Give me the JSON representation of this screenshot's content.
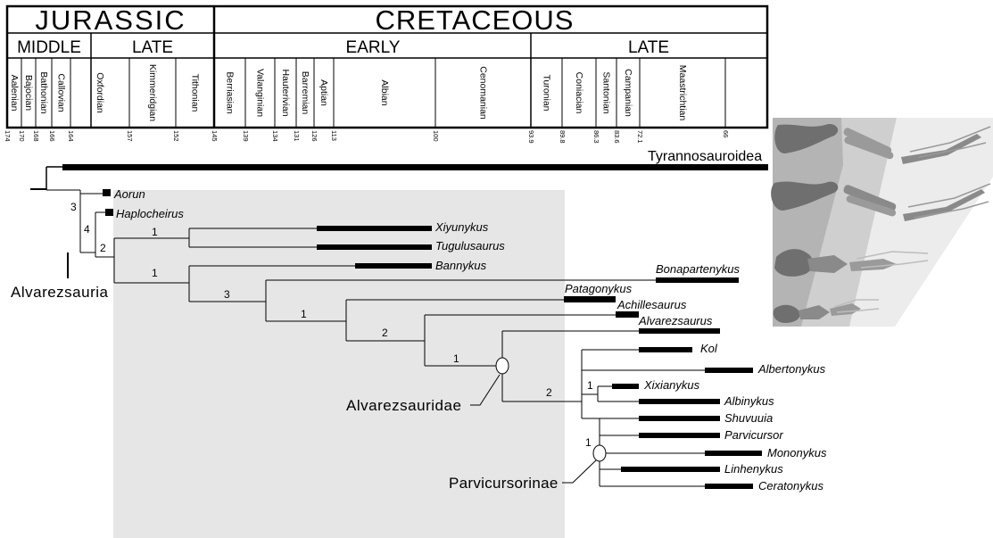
{
  "timescale": {
    "periods": [
      "JURASSIC",
      "CRETACEOUS"
    ],
    "epochs": [
      "MIDDLE",
      "LATE",
      "EARLY",
      "LATE"
    ],
    "stages": [
      "Aalenian",
      "Bajocian",
      "Bathonian",
      "Callovian",
      "Oxfordian",
      "Kimmeridgian",
      "Tithonian",
      "Berriasian",
      "Valanginian",
      "Hauterivian",
      "Barremian",
      "Aptian",
      "Albian",
      "Cenomanian",
      "Turonian",
      "Coniacian",
      "Santonian",
      "Campanian",
      "Maastrichtian"
    ],
    "ages": [
      "174",
      "170",
      "168",
      "166",
      "164",
      "157",
      "152",
      "145",
      "139",
      "134",
      "131",
      "126",
      "113",
      "100",
      "93.9",
      "89.8",
      "86.3",
      "83.6",
      "72.1",
      "66"
    ]
  },
  "taxa": {
    "tyrannosauroidea": "Tyrannosauroidea",
    "aorun": "Aorun",
    "haplocheirus": "Haplocheirus",
    "xiyunykus": "Xiyunykus",
    "tugulusaurus": "Tugulusaurus",
    "bannykus": "Bannykus",
    "bonapartenykus": "Bonapartenykus",
    "patagonykus": "Patagonykus",
    "achillesaurus": "Achillesaurus",
    "alvarezsaurus": "Alvarezsaurus",
    "kol": "Kol",
    "albertonykus": "Albertonykus",
    "xixianykus": "Xixianykus",
    "albinykus": "Albinykus",
    "shuvuuia": "Shuvuuia",
    "parvicursor": "Parvicursor",
    "mononykus": "Mononykus",
    "linhenykus": "Linhenykus",
    "ceratonykus": "Ceratonykus"
  },
  "clades": {
    "alvarezsauria": "Alvarezsauria",
    "alvarezsauridae": "Alvarezsauridae",
    "parvicursorinae": "Parvicursorinae"
  },
  "support": [
    "3",
    "4",
    "2",
    "1",
    "1",
    "3",
    "1",
    "2",
    "1",
    "2",
    "1",
    "1"
  ],
  "colors": {
    "line": "#000000",
    "shade": "#e6e6e6",
    "inset_dark": "#b4b4b4",
    "inset_mid": "#cfcfcf",
    "inset_light": "#ececec",
    "bone_dark": "#6f6f6f",
    "bone_mid": "#9a9a9a",
    "bone_light": "#dcdcdc"
  }
}
